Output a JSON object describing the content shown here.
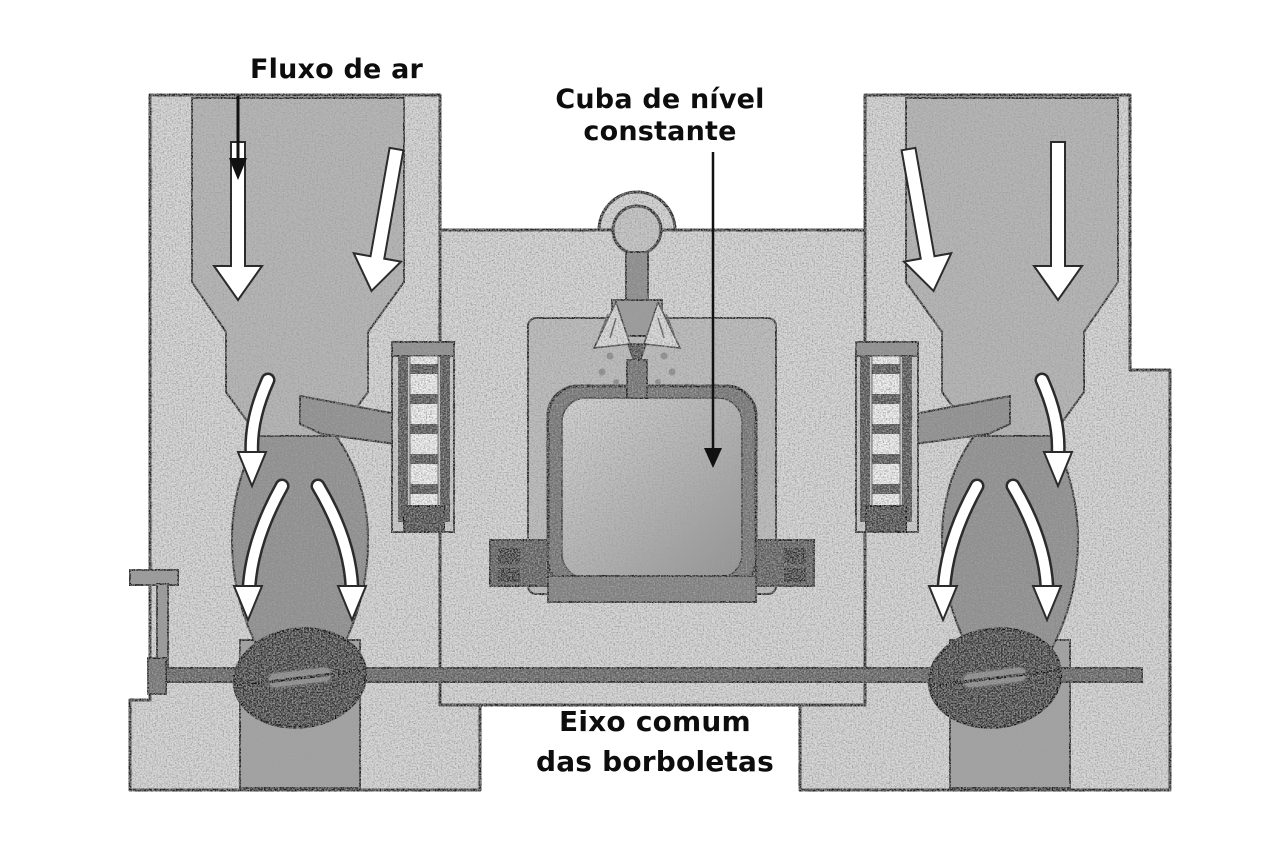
{
  "labels": {
    "air_flow": "Fluxo de ar",
    "float_bowl": {
      "line1": "Cuba de nível",
      "line2": "constante"
    },
    "shaft": {
      "line1": "Eixo comum",
      "line2": "das borboletas"
    }
  },
  "colors": {
    "background": "#ffffff",
    "body_metal": "#d9d9d9",
    "air_passage": "#b7b7b7",
    "venturi_shade": "#8d8d8d",
    "float_bowl_wall": "#707070",
    "fuel_light": "#d6d6d6",
    "fuel_dark": "#9b9b9b",
    "butterfly_dark": "#333333",
    "outline": "#1a1a1a"
  }
}
